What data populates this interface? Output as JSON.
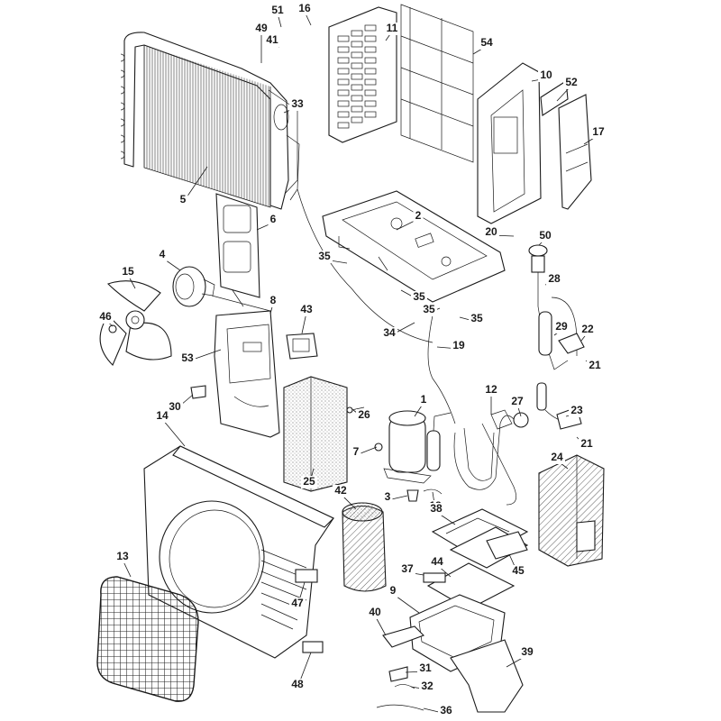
{
  "diagram": {
    "callouts": [
      {
        "id": "c51",
        "text": "51"
      },
      {
        "id": "c16",
        "text": "16"
      },
      {
        "id": "c49",
        "text": "49"
      },
      {
        "id": "c41",
        "text": "41"
      },
      {
        "id": "c11",
        "text": "11"
      },
      {
        "id": "c54",
        "text": "54"
      },
      {
        "id": "c10",
        "text": "10"
      },
      {
        "id": "c52",
        "text": "52"
      },
      {
        "id": "c33",
        "text": "33"
      },
      {
        "id": "c17",
        "text": "17"
      },
      {
        "id": "c5",
        "text": "5"
      },
      {
        "id": "c2",
        "text": "2"
      },
      {
        "id": "c6",
        "text": "6"
      },
      {
        "id": "c20",
        "text": "20"
      },
      {
        "id": "c50",
        "text": "50"
      },
      {
        "id": "c4",
        "text": "4"
      },
      {
        "id": "c35a",
        "text": "35"
      },
      {
        "id": "c15",
        "text": "15"
      },
      {
        "id": "c28",
        "text": "28"
      },
      {
        "id": "c35b",
        "text": "35"
      },
      {
        "id": "c8",
        "text": "8"
      },
      {
        "id": "c43",
        "text": "43"
      },
      {
        "id": "c35c",
        "text": "35"
      },
      {
        "id": "c35d",
        "text": "35"
      },
      {
        "id": "c46",
        "text": "46"
      },
      {
        "id": "c34",
        "text": "34"
      },
      {
        "id": "c29",
        "text": "29"
      },
      {
        "id": "c22",
        "text": "22"
      },
      {
        "id": "c53",
        "text": "53"
      },
      {
        "id": "c19",
        "text": "19"
      },
      {
        "id": "c21a",
        "text": "21"
      },
      {
        "id": "c30",
        "text": "30"
      },
      {
        "id": "c1",
        "text": "1"
      },
      {
        "id": "c12",
        "text": "12"
      },
      {
        "id": "c27",
        "text": "27"
      },
      {
        "id": "c26",
        "text": "26"
      },
      {
        "id": "c23",
        "text": "23"
      },
      {
        "id": "c14",
        "text": "14"
      },
      {
        "id": "c21b",
        "text": "21"
      },
      {
        "id": "c7",
        "text": "7"
      },
      {
        "id": "c24",
        "text": "24"
      },
      {
        "id": "c25",
        "text": "25"
      },
      {
        "id": "c42",
        "text": "42"
      },
      {
        "id": "c3",
        "text": "3"
      },
      {
        "id": "c18",
        "text": "18"
      },
      {
        "id": "c38",
        "text": "38"
      },
      {
        "id": "c13",
        "text": "13"
      },
      {
        "id": "c45",
        "text": "45"
      },
      {
        "id": "c37",
        "text": "37"
      },
      {
        "id": "c44",
        "text": "44"
      },
      {
        "id": "c9",
        "text": "9"
      },
      {
        "id": "c47",
        "text": "47"
      },
      {
        "id": "c40",
        "text": "40"
      },
      {
        "id": "c39",
        "text": "39"
      },
      {
        "id": "c48",
        "text": "48"
      },
      {
        "id": "c31",
        "text": "31"
      },
      {
        "id": "c32",
        "text": "32"
      },
      {
        "id": "c36",
        "text": "36"
      }
    ]
  }
}
